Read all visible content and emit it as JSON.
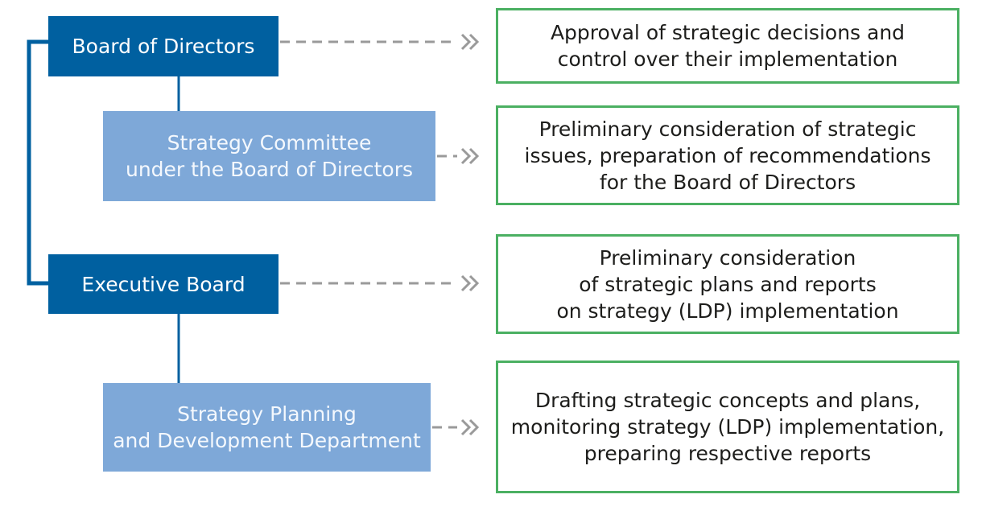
{
  "colors": {
    "dark_box": "#0060a0",
    "light_box": "#7ea8d8",
    "connector": "#0060a0",
    "desc_border": "#4bb062",
    "arrow": "#9a9a9a"
  },
  "entities": {
    "board": "Board of Directors",
    "committee": "Strategy Committee\nunder the Board of Directors",
    "executive": "Executive Board",
    "department": "Strategy Planning\nand Development Department"
  },
  "descriptions": {
    "board": "Approval of strategic decisions and\ncontrol over their implementation",
    "committee": "Preliminary consideration of strategic\nissues, preparation of recommendations\nfor the Board of Directors",
    "executive": "Preliminary consideration\nof strategic plans and reports\non strategy (LDP) implementation",
    "department": "Drafting strategic concepts and plans,\nmonitoring strategy (LDP) implementation,\npreparing respective reports"
  }
}
